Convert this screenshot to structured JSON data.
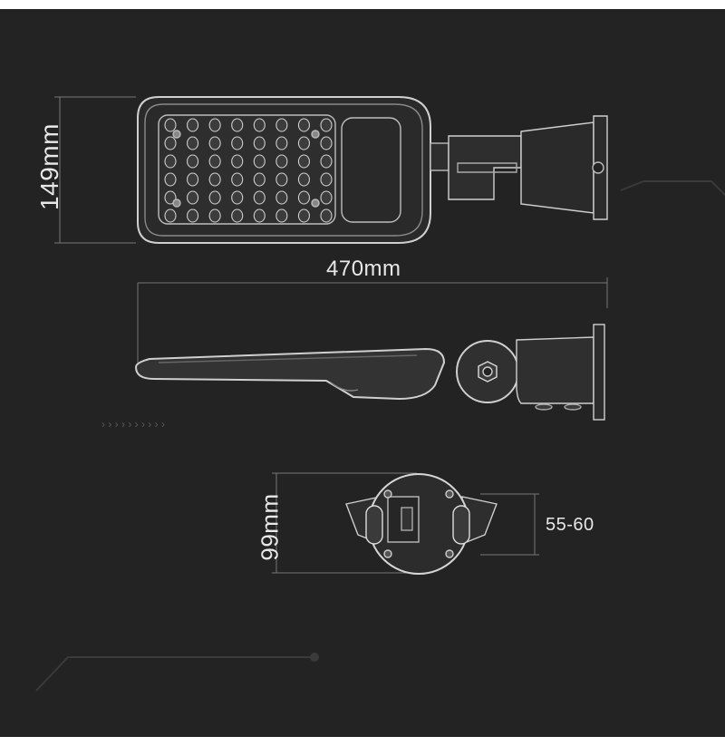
{
  "dimensions": {
    "height_label": "149mm",
    "length_label": "470mm",
    "mount_height_label": "99mm",
    "pole_diameter_label": "55-60"
  },
  "led_grid": {
    "rows": 6,
    "cols": 8
  },
  "chevrons": "› › › › › › › › › ›",
  "colors": {
    "background": "#232323",
    "line": "#cfcfcf",
    "body_fill": "#303030",
    "accent": "#5a5a5a"
  }
}
